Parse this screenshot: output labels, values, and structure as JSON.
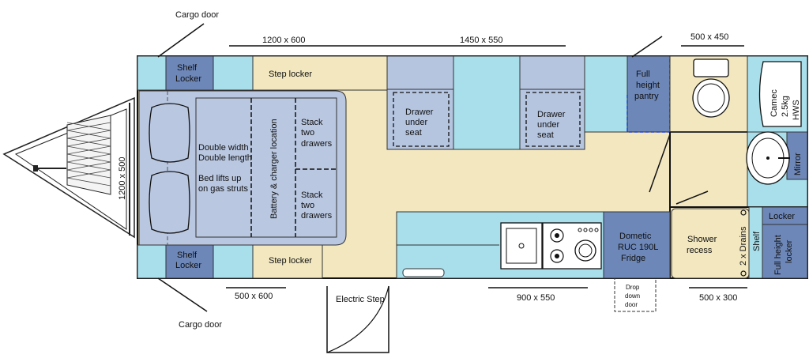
{
  "labels": {
    "cargo_door_top": "Cargo door",
    "cargo_door_bottom": "Cargo door",
    "shelf_locker_top": [
      "Shelf",
      "Locker"
    ],
    "shelf_locker_bottom": [
      "Shelf",
      "Locker"
    ],
    "step_locker_top": "Step locker",
    "step_locker_bottom": "Step locker",
    "bed": [
      "Double width",
      "Double length",
      "",
      "Bed lifts up",
      "on gas struts"
    ],
    "battery": "Battery & charger location",
    "stack_top": [
      "Stack",
      "two",
      "drawers"
    ],
    "stack_bottom": [
      "Stack",
      "two",
      "drawers"
    ],
    "drawer_left": [
      "Drawer",
      "under",
      "seat"
    ],
    "drawer_right": [
      "Drawer",
      "under",
      "seat"
    ],
    "pantry": [
      "Full",
      "height",
      "pantry"
    ],
    "camec": [
      "Camec",
      "2.5kg",
      "HWS"
    ],
    "mirror": "Mirror",
    "locker": "Locker",
    "full_height_locker": [
      "Full height",
      "locker"
    ],
    "shower": [
      "Shower",
      "recess"
    ],
    "drains": "2 x Drains",
    "shelf": "Shelf",
    "fridge": [
      "Dometic",
      "RUC 190L",
      "Fridge"
    ],
    "drop_door": [
      "Drop",
      "down",
      "door"
    ],
    "electric_step": "Electric Step"
  },
  "dimensions": {
    "top_left": "1200 x 600",
    "top_mid": "1450 x 550",
    "top_right": "500 x 450",
    "bottom_left": "500 x 600",
    "bottom_mid": "900 x 550",
    "bottom_right": "500 x 300",
    "bed_side": "1200 x 500"
  },
  "colors": {
    "floor": "#f2e7bf",
    "cabinet": "#a8dfeb",
    "seat": "#b5c5e0",
    "locker": "#6d87b8",
    "bed": "#b9c7e0",
    "fridge": "#6d87b8",
    "drawbar_fill": "#000000"
  }
}
